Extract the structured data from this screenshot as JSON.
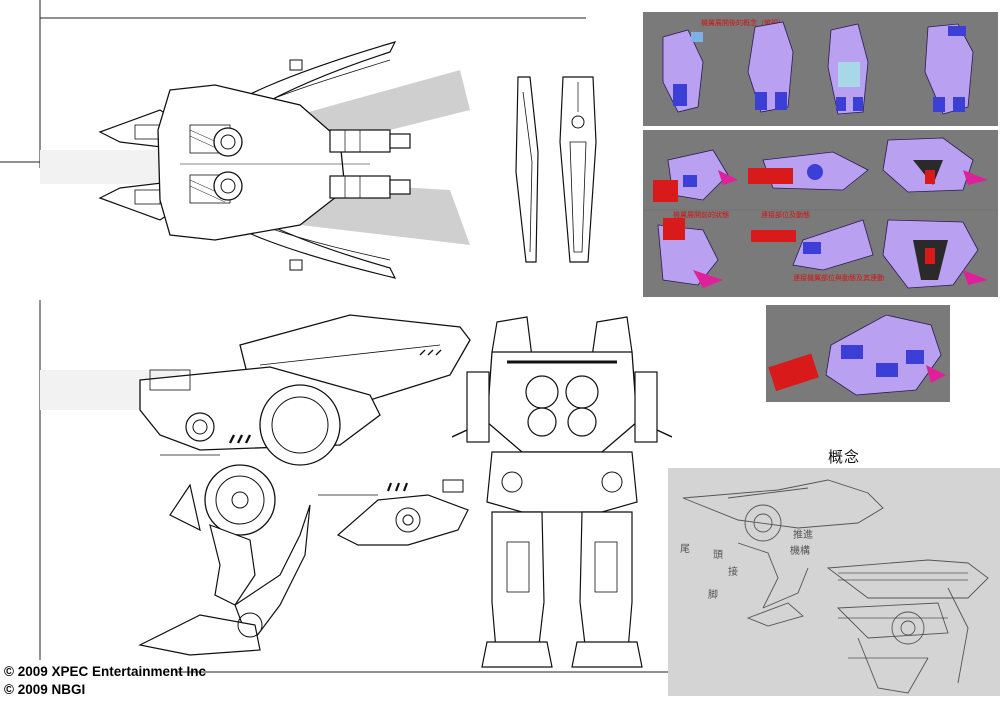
{
  "concept_title": "概念",
  "copyright": {
    "line1": "© 2009 XPEC Entertainment Inc",
    "line2": "© 2009 NBGI"
  },
  "render_panel_top": {
    "caption": "機翼展開後的概念（俯視）"
  },
  "render_panel_mid": {
    "caption_left": "機翼展開前的狀態",
    "caption_center": "連接部位及動態",
    "caption_bottom": "連接機翼部位與動態及其連動"
  },
  "sketch_panel": {
    "notes": [
      "尾",
      "頭",
      "接",
      "推進",
      "機構",
      "脚"
    ]
  },
  "colors": {
    "render_background": "#7a7a7a",
    "armor_purple": "#b9a0f0",
    "armor_blue": "#3b3fd6",
    "armor_magenta": "#e0209a",
    "accent_red": "#d81a1a",
    "caption_red": "#d01515",
    "sketch_background": "#d4d4d4"
  }
}
